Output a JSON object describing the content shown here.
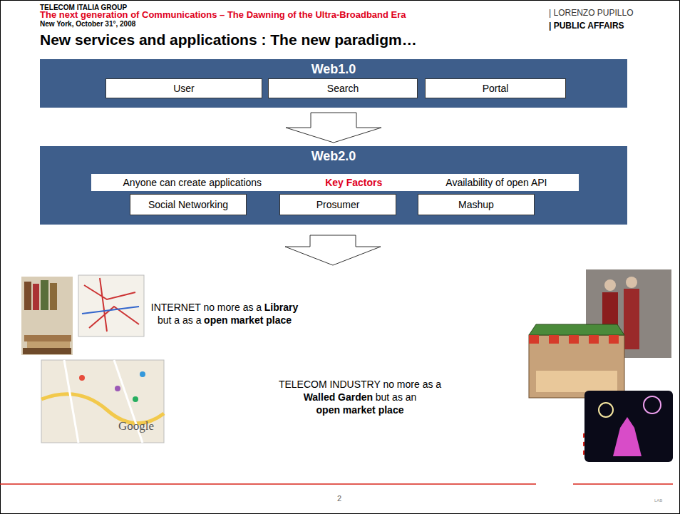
{
  "diagram": {
    "title": "New services and applications : The new paradigm…",
    "nodes": [
      {
        "text": [
          "Web1.0"
        ]
      },
      {
        "text": [
          "User"
        ],
        "in": 0
      },
      {
        "text": [
          "Search"
        ],
        "in": 0
      },
      {
        "text": [
          "Portal"
        ],
        "in": 0
      },
      {
        "text": [
          "Web2.0"
        ]
      },
      {
        "text": [
          "Anyone can create applications",
          "Key Factors",
          "Availability of open API"
        ],
        "in": 4
      },
      {
        "text": [
          "Social Networking"
        ],
        "in": 4
      },
      {
        "text": [
          "Prosumer"
        ],
        "in": 4
      },
      {
        "text": [
          "Mashup"
        ],
        "in": 4
      }
    ],
    "edges": [
      {
        "from": 0,
        "to": 4,
        "arrow": "to"
      }
    ],
    "labels": [
      "TELECOM ITALIA GROUP",
      "The next generation of Communications – The Dawning of the Ultra-Broadband Era",
      "New York, October 31°, 2008",
      "| LORENZO PUPILLO",
      "| PUBLIC AFFAIRS",
      "INTERNET no more as a",
      "Library",
      "but a as a",
      "open market place",
      "TELECOM INDUSTRY no more as a",
      "Walled Garden",
      "but as an",
      "open market place",
      "Google",
      "2",
      "LAB"
    ]
  }
}
